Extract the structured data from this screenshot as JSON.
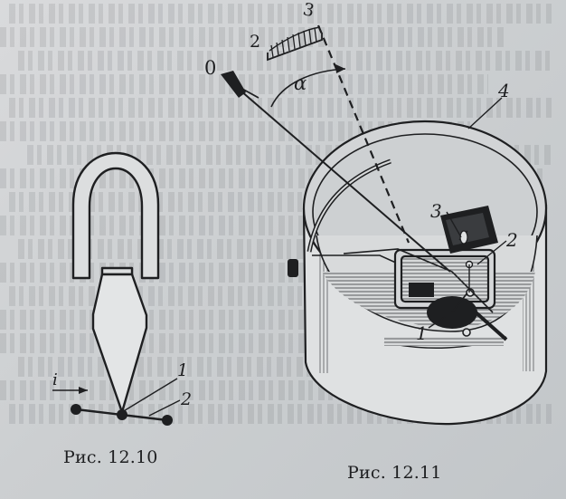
{
  "figure_left": {
    "caption": "Рис. 12.10",
    "labels": {
      "current": "i",
      "part1": "1",
      "part2": "2"
    }
  },
  "figure_right": {
    "caption": "Рис. 12.11",
    "labels": {
      "scale_low": "2",
      "scale_high": "3",
      "zero": "0",
      "angle": "α",
      "part1": "1",
      "part2": "2",
      "part3": "3",
      "part4": "4"
    }
  }
}
